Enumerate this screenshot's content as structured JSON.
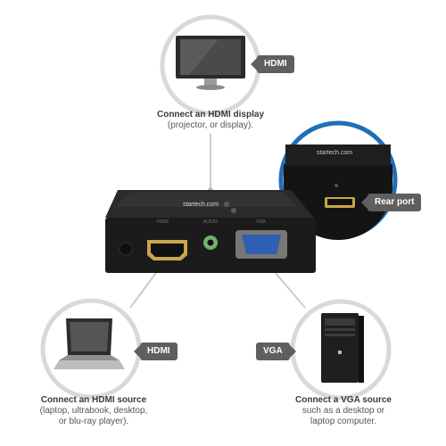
{
  "display": {
    "tag": "HDMI",
    "title": "Connect an HDMI display",
    "subtitle": "(projector, or display)."
  },
  "hdmi_source": {
    "tag": "HDMI",
    "title": "Connect an HDMI source",
    "subtitle_line1": "(laptop, ultrabook, desktop,",
    "subtitle_line2": "or blu-ray player)."
  },
  "vga_source": {
    "tag": "VGA",
    "title": "Connect a VGA source",
    "subtitle_line1": "such as a desktop or",
    "subtitle_line2": "laptop computer."
  },
  "rear": {
    "tag": "Rear port"
  },
  "device": {
    "brand": "startech.com",
    "port_labels": [
      "HDMI",
      "AUDIO",
      "VGA"
    ]
  },
  "colors": {
    "ring": "#d9d9d9",
    "rear_ring": "#1f6fb6",
    "tag_bg": "#5f5f5f",
    "device": "#1b1b1b",
    "hdmi_port": "#c9a64a",
    "vga_port": "#2f5fb3",
    "audio_port": "#6fb36a"
  }
}
